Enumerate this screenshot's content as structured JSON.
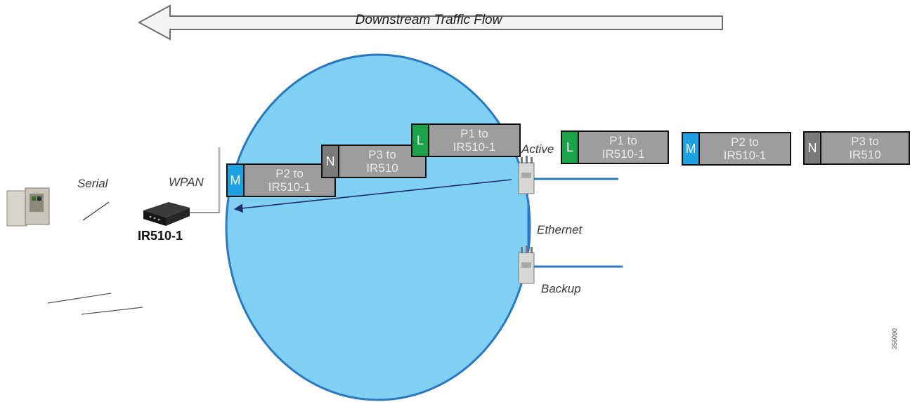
{
  "flow": {
    "label": "Downstream Traffic Flow"
  },
  "labels": {
    "serial": "Serial",
    "wpan": "WPAN",
    "device": "IR510-1",
    "active": "Active",
    "ethernet": "Ethernet",
    "backup": "Backup"
  },
  "packets_in_mesh": [
    {
      "tag": "M",
      "tag_color": "#1ea1e0",
      "line1": "P2 to",
      "line2": "IR510-1"
    },
    {
      "tag": "N",
      "tag_color": "#7a7a7a",
      "line1": "P3 to",
      "line2": "IR510"
    },
    {
      "tag": "L",
      "tag_color": "#19a24a",
      "line1": "P1 to",
      "line2": "IR510-1"
    }
  ],
  "packets_queued": [
    {
      "tag": "L",
      "tag_color": "#19a24a",
      "line1": "P1 to",
      "line2": "IR510-1"
    },
    {
      "tag": "M",
      "tag_color": "#1ea1e0",
      "line1": "P2 to",
      "line2": "IR510-1"
    },
    {
      "tag": "N",
      "tag_color": "#7a7a7a",
      "line1": "P3 to",
      "line2": "IR510"
    }
  ],
  "figure_id": "356090",
  "colors": {
    "mesh_fill": "#7fd0f3",
    "mesh_stroke": "#2a78c2",
    "link": "#2a78c2"
  }
}
